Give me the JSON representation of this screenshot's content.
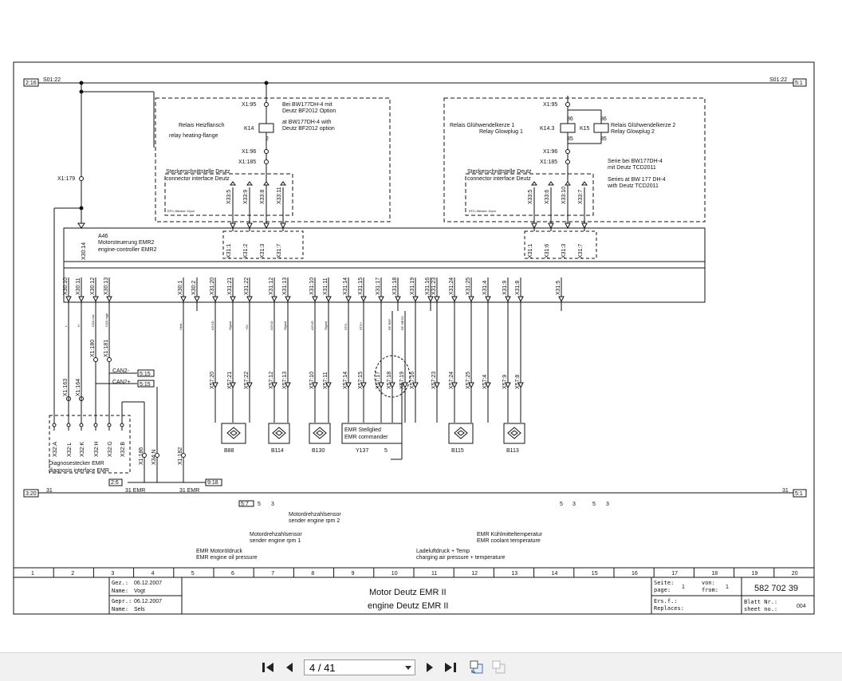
{
  "diagram": {
    "refs": {
      "left_top": "2:16",
      "left_top_net": "S01:22",
      "right_top_net": "S01:22",
      "right_top": "5:1",
      "left_bottom": "3:20",
      "left_bottom_net": "31",
      "right_bottom_net": "31",
      "right_bottom": "5:1",
      "ref_26": "2:6",
      "ref_918": "9:18",
      "can2m": "CAN2-",
      "can2p": "CAN2+",
      "ref_515a": "5:15",
      "ref_515b": "5:15",
      "ref_57": "5:7",
      "ref_53a": "5",
      "ref_53b": "3",
      "ref_53c": "5",
      "ref_53d": "3",
      "ref_53e": "5",
      "ref_53f": "3"
    },
    "x1_179": "X1:179",
    "x1_163": "X1:163",
    "x1_164": "X1:164",
    "x1_180": "X1:180",
    "x1_181": "X1:181",
    "x1_186": "X1:186",
    "x1_182": "X1:182",
    "x34n": "X34:N",
    "emr31a": "31 EMR",
    "emr31b": "31 EMR",
    "left_relay": {
      "x195": "X1:95",
      "x196": "X1:96",
      "x1185": "X1:185",
      "k14": "K14",
      "pin2": "2",
      "note1": "Bei BW177DH-4 mit",
      "note2": "Deutz BF2012 Option",
      "note3": "at BW177DH-4 with",
      "note4": "Deutz BF2012 option",
      "relay_de": "Relais Heizflansch",
      "relay_en": "relay heating-flange",
      "conn_de": "Steckerschnittstelle Deutz",
      "conn_en": "connector interface Deutz",
      "efc": "EFC-Stecker 12pol",
      "pins_top": [
        "X33:5",
        "X33:9",
        "X33:8",
        "X33:11"
      ],
      "pins_bot": [
        "X31:1",
        "X31:2",
        "X31:3",
        "X31:7"
      ]
    },
    "right_relay": {
      "x195": "X1:95",
      "x196": "X1:96",
      "x1185": "X1:185",
      "k143": "K14.3",
      "k15": "K15",
      "p86a": "86",
      "p85a": "85",
      "p86b": "86",
      "p85b": "85",
      "glow1_de": "Relais Glühwendelkerze 1",
      "glow1_en": "Relay Glowplug 1",
      "glow2_de": "Relais Glühwendelkerze 2",
      "glow2_en": "Relay Glowplug 2",
      "serie1": "Serie bei BW177DH-4",
      "serie2": "mit Deutz TCD2011",
      "serie3": "Series at BW 177 DH-4",
      "serie4": "with Deutz TCD2011",
      "conn_de": "Steckerschnittstelle Deutz",
      "conn_en": "connector interface Deutz",
      "efc": "EFC-Stecker 12pol",
      "pins_top": [
        "X33:5",
        "X33:6",
        "X33:10",
        "X33:7"
      ],
      "pins_bot": [
        "X31:1",
        "X31:6",
        "X31:3",
        "X31:7"
      ]
    },
    "ecu": {
      "id": "A46",
      "de": "Motorsteuerung EMR2",
      "en": "engine-controller EMR2",
      "x3014": "X30:14"
    },
    "ecu_pins": [
      "X30:10",
      "X30:11",
      "X30:12",
      "X30:13",
      "X30:1",
      "X30:2",
      "X31:20",
      "X31:21",
      "X31:22",
      "X31:12",
      "X31:13",
      "X31:10",
      "X31:11",
      "X31:14",
      "X31:15",
      "X31:17",
      "X31:18",
      "X31:19",
      "X31:16",
      "X31:23",
      "X31:24",
      "X31:25",
      "X31:4",
      "X31:9",
      "X31:8",
      "X31:5"
    ],
    "wire_labels": [
      "L",
      "H",
      "CAN low",
      "CAN high",
      "Ubat -",
      "AGND",
      "Signal",
      "+5V",
      "AGND",
      "Signal",
      "AGND",
      "Signal",
      "STG-",
      "STG+",
      "RF REF",
      "RF MESS"
    ],
    "x57_pins": [
      "X57:20",
      "X57:21",
      "X57:22",
      "X57:12",
      "X57:13",
      "X57:10",
      "X57:11",
      "X57:14",
      "X57:15",
      "X57:17",
      "X57:18",
      "X57:19",
      "X57:16",
      "X57:23",
      "X57:24",
      "X57:25",
      "X57:4",
      "X57:9",
      "X57:8"
    ],
    "diag": {
      "pins": [
        "X32:A",
        "X32:L",
        "X32:K",
        "X32:H",
        "X32:G",
        "X32:B"
      ],
      "de": "Diagnosestecker EMR",
      "en": "diagnosis interface EMR"
    },
    "sensors": {
      "b88": "B88",
      "b114": "B114",
      "b130": "B130",
      "y137": "Y137",
      "y137_de": "EMR Stellglied",
      "y137_en": "EMR commander",
      "b115": "B115",
      "b113": "B113",
      "pin5": "5"
    },
    "captions": {
      "rpm2_de": "Motordrehzahlsensor",
      "rpm2_en": "sender engine rpm 2",
      "rpm1_de": "Motordrehzahlsensor",
      "rpm1_en": "sender engine rpm 1",
      "oil_de": "EMR Motoröldruck",
      "oil_en": "EMR engine oil pressure",
      "air_de": "Ladeluftdruck + Temp",
      "air_en": "charging air pressure + temperature",
      "cool_de": "EMR Kühlmitteltemperatur",
      "cool_en": "EMR coolant temperature"
    },
    "grid_numbers": [
      "1",
      "2",
      "3",
      "4",
      "5",
      "6",
      "7",
      "8",
      "9",
      "10",
      "11",
      "12",
      "13",
      "14",
      "15",
      "16",
      "17",
      "18",
      "19",
      "20"
    ]
  },
  "title_block": {
    "gez_label": "Gez.:",
    "gez_date": "06.12.2007",
    "name1_label": "Name:",
    "name1": "Vogt",
    "gepr_label": "Gepr.:",
    "gepr_date": "06.12.2007",
    "name2_label": "Name:",
    "name2": "Sels",
    "title_de": "Motor Deutz EMR II",
    "title_en": "engine Deutz EMR II",
    "seite_label": "Seite:",
    "page_label": "page:",
    "page_num": "1",
    "von_label": "von:",
    "from_label": "from:",
    "from_num": "1",
    "ers_label": "Ers.f.:",
    "replaces_label": "Replaces:",
    "drawing_no": "582 702 39",
    "blatt_label": "Blatt Nr.:",
    "sheet_label": "sheet no.:",
    "sheet_no": "004"
  },
  "viewer": {
    "page_display": "4 / 41"
  }
}
